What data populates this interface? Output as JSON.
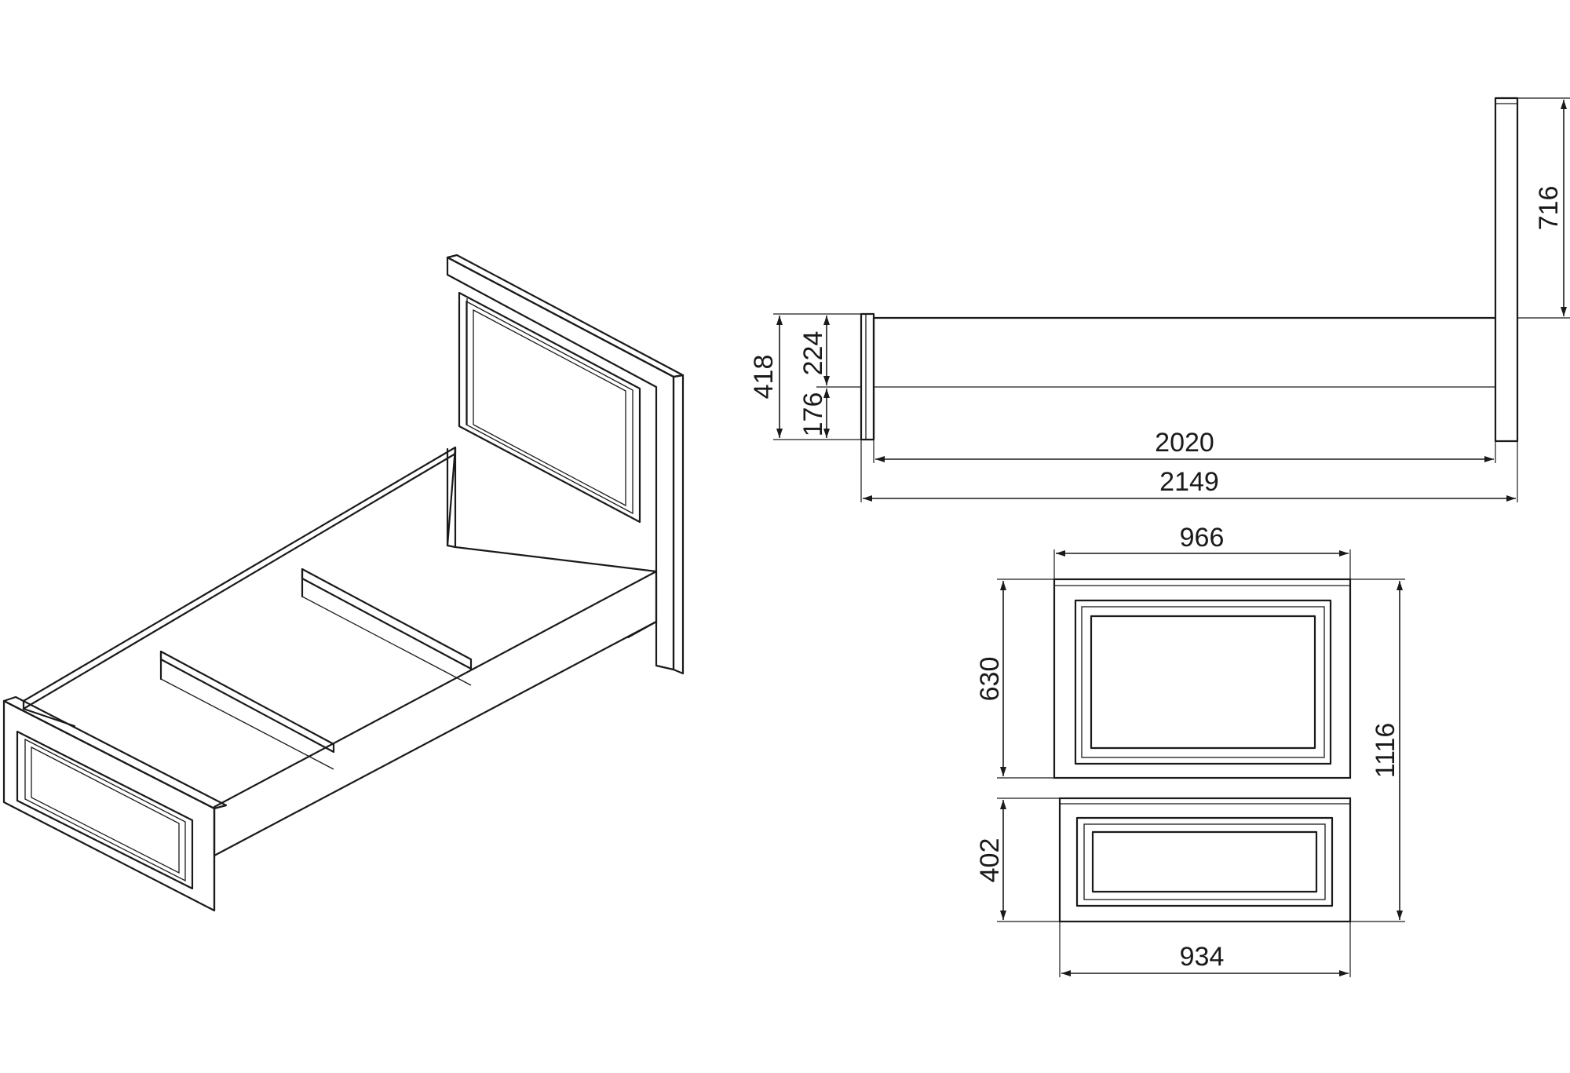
{
  "dimensions": {
    "headboard_height_above_frame": "716",
    "footboard_total_height": "418",
    "footboard_upper": "224",
    "footboard_lower": "176",
    "inner_length": "2020",
    "overall_length": "2149",
    "headboard_width": "966",
    "footboard_width": "934",
    "headboard_panel_height": "630",
    "footboard_panel_height": "402",
    "overall_height": "1116"
  }
}
